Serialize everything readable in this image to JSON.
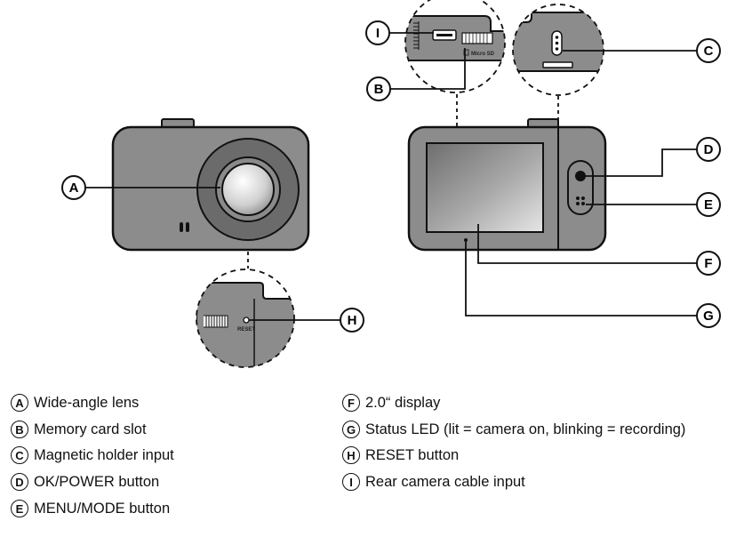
{
  "callouts": {
    "a": "A",
    "b": "B",
    "c": "C",
    "d": "D",
    "e": "E",
    "f": "F",
    "g": "G",
    "h": "H",
    "i": "I"
  },
  "labels": {
    "micro_sd": "Micro SD",
    "reset_small": "RESET"
  },
  "legend": [
    {
      "letter": "A",
      "text": "Wide-angle lens"
    },
    {
      "letter": "B",
      "text": "Memory card slot"
    },
    {
      "letter": "C",
      "text": "Magnetic holder input"
    },
    {
      "letter": "D",
      "text": "OK/POWER button"
    },
    {
      "letter": "E",
      "text": "MENU/MODE button"
    },
    {
      "letter": "F",
      "text": "2.0“ display"
    },
    {
      "letter": "G",
      "text": "Status LED (lit = camera on, blinking = recording)"
    },
    {
      "letter": "H",
      "text": "RESET button"
    },
    {
      "letter": "I",
      "text": "Rear camera cable input"
    }
  ],
  "colors": {
    "body": "#8c8c8c",
    "lens_ring": "#6b6b6b",
    "outline": "#111111"
  }
}
